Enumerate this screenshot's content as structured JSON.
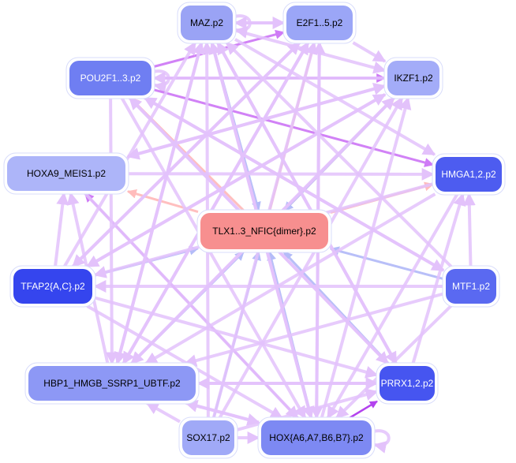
{
  "diagram": {
    "type": "directed-network",
    "title": "",
    "nodes": [
      {
        "id": "MAZ",
        "label": "MAZ.p2",
        "fill": "#9aa3f5",
        "text_color": "#000000"
      },
      {
        "id": "E2F",
        "label": "E2F1..5.p2",
        "fill": "#9ba6f7",
        "text_color": "#000000"
      },
      {
        "id": "POU",
        "label": "POU2F1..3.p2",
        "fill": "#6f7ef2",
        "text_color": "#ffffff"
      },
      {
        "id": "IKZF",
        "label": "IKZF1.p2",
        "fill": "#a3acf8",
        "text_color": "#000000"
      },
      {
        "id": "HOXA9",
        "label": "HOXA9_MEIS1.p2",
        "fill": "#adb5f9",
        "text_color": "#000000"
      },
      {
        "id": "HMGA",
        "label": "HMGA1,2.p2",
        "fill": "#4d5cf0",
        "text_color": "#ffffff"
      },
      {
        "id": "TLX",
        "label": "TLX1..3_NFIC{dimer}.p2",
        "fill": "#f78f8f",
        "text_color": "#000000"
      },
      {
        "id": "TFAP",
        "label": "TFAP2{A,C}.p2",
        "fill": "#3545ee",
        "text_color": "#ffffff"
      },
      {
        "id": "MTF",
        "label": "MTF1.p2",
        "fill": "#5a69f1",
        "text_color": "#ffffff"
      },
      {
        "id": "HBP",
        "label": "HBP1_HMGB_SSRP1_UBTF.p2",
        "fill": "#8d98f5",
        "text_color": "#000000"
      },
      {
        "id": "PRRX",
        "label": "PRRX1,2.p2",
        "fill": "#4655f0",
        "text_color": "#ffffff"
      },
      {
        "id": "SOX",
        "label": "SOX17.p2",
        "fill": "#a0a9f7",
        "text_color": "#000000"
      },
      {
        "id": "HOX",
        "label": "HOX{A6,A7,B6,B7}.p2",
        "fill": "#7d89f3",
        "text_color": "#000000"
      }
    ],
    "edge_colors": {
      "activation": "#e3c2fb",
      "strong": "#cf7bf6",
      "from_center": "#ffbcbc",
      "to_center": "#b4bcf8",
      "highlight": "#b342ee"
    },
    "edges": [
      {
        "from": "MAZ",
        "to": "E2F",
        "kind": "activation"
      },
      {
        "from": "MAZ",
        "to": "MAZ",
        "kind": "activation"
      },
      {
        "from": "E2F",
        "to": "MAZ",
        "kind": "activation"
      },
      {
        "from": "POU",
        "to": "POU",
        "kind": "activation"
      },
      {
        "from": "POU",
        "to": "IKZF",
        "kind": "strong"
      },
      {
        "from": "POU",
        "to": "E2F",
        "kind": "strong"
      },
      {
        "from": "POU",
        "to": "HMGA",
        "kind": "strong"
      },
      {
        "from": "TLX",
        "to": "HOXA9",
        "kind": "from_center"
      },
      {
        "from": "TLX",
        "to": "HMGA",
        "kind": "from_center"
      },
      {
        "from": "TLX",
        "to": "POU",
        "kind": "from_center"
      },
      {
        "from": "TLX",
        "to": "E2F",
        "kind": "from_center"
      },
      {
        "from": "TLX",
        "to": "IKZF",
        "kind": "from_center"
      },
      {
        "from": "MAZ",
        "to": "TLX",
        "kind": "to_center"
      },
      {
        "from": "IKZF",
        "to": "TLX",
        "kind": "to_center"
      },
      {
        "from": "TFAP",
        "to": "TLX",
        "kind": "to_center"
      },
      {
        "from": "MTF",
        "to": "TLX",
        "kind": "to_center"
      },
      {
        "from": "HBP",
        "to": "TLX",
        "kind": "to_center"
      },
      {
        "from": "SOX",
        "to": "TLX",
        "kind": "to_center"
      },
      {
        "from": "HOX",
        "to": "TLX",
        "kind": "to_center"
      },
      {
        "from": "PRRX",
        "to": "TLX",
        "kind": "to_center"
      },
      {
        "from": "HOX",
        "to": "PRRX",
        "kind": "highlight"
      },
      {
        "from": "HOX",
        "to": "HOX",
        "kind": "activation"
      },
      {
        "from": "SOX",
        "to": "HOX",
        "kind": "activation"
      },
      {
        "from": "SOX",
        "to": "HBP",
        "kind": "activation"
      },
      {
        "from": "HBP",
        "to": "PRRX",
        "kind": "activation"
      },
      {
        "from": "MTF",
        "to": "TFAP",
        "kind": "activation"
      },
      {
        "from": "MTF",
        "to": "HMGA",
        "kind": "activation"
      },
      {
        "from": "PRRX",
        "to": "HMGA",
        "kind": "activation"
      },
      {
        "from": "HOX",
        "to": "HOXA9",
        "kind": "strong"
      },
      {
        "from": "HBP",
        "to": "HOXA9",
        "kind": "activation"
      },
      {
        "from": "TFAP",
        "to": "HOXA9",
        "kind": "activation"
      },
      {
        "from": "HBP",
        "to": "E2F",
        "kind": "activation"
      },
      {
        "from": "HBP",
        "to": "IKZF",
        "kind": "activation"
      },
      {
        "from": "HBP",
        "to": "MAZ",
        "kind": "activation"
      },
      {
        "from": "TFAP",
        "to": "E2F",
        "kind": "activation"
      },
      {
        "from": "TFAP",
        "to": "IKZF",
        "kind": "activation"
      },
      {
        "from": "TFAP",
        "to": "MAZ",
        "kind": "activation"
      },
      {
        "from": "SOX",
        "to": "MAZ",
        "kind": "activation"
      },
      {
        "from": "SOX",
        "to": "E2F",
        "kind": "activation"
      },
      {
        "from": "SOX",
        "to": "IKZF",
        "kind": "activation"
      },
      {
        "from": "HOX",
        "to": "MAZ",
        "kind": "activation"
      },
      {
        "from": "HOX",
        "to": "E2F",
        "kind": "activation"
      },
      {
        "from": "HOX",
        "to": "IKZF",
        "kind": "activation"
      },
      {
        "from": "PRRX",
        "to": "POU",
        "kind": "activation"
      },
      {
        "from": "PRRX",
        "to": "MAZ",
        "kind": "activation"
      },
      {
        "from": "MTF",
        "to": "POU",
        "kind": "activation"
      },
      {
        "from": "MTF",
        "to": "MAZ",
        "kind": "activation"
      },
      {
        "from": "MTF",
        "to": "HBP",
        "kind": "activation"
      },
      {
        "from": "MTF",
        "to": "HOX",
        "kind": "activation"
      },
      {
        "from": "IKZF",
        "to": "HBP",
        "kind": "activation"
      },
      {
        "from": "IKZF",
        "to": "TFAP",
        "kind": "activation"
      },
      {
        "from": "IKZF",
        "to": "HOXA9",
        "kind": "activation"
      },
      {
        "from": "E2F",
        "to": "HBP",
        "kind": "activation"
      },
      {
        "from": "E2F",
        "to": "TFAP",
        "kind": "activation"
      },
      {
        "from": "E2F",
        "to": "HOX",
        "kind": "activation"
      },
      {
        "from": "MAZ",
        "to": "HBP",
        "kind": "activation"
      },
      {
        "from": "MAZ",
        "to": "HOX",
        "kind": "activation"
      },
      {
        "from": "MAZ",
        "to": "PRRX",
        "kind": "activation"
      },
      {
        "from": "MAZ",
        "to": "HMGA",
        "kind": "activation"
      },
      {
        "from": "POU",
        "to": "HBP",
        "kind": "activation"
      },
      {
        "from": "POU",
        "to": "HOX",
        "kind": "activation"
      },
      {
        "from": "POU",
        "to": "PRRX",
        "kind": "activation"
      },
      {
        "from": "POU",
        "to": "MTF",
        "kind": "activation"
      },
      {
        "from": "HOXA9",
        "to": "HMGA",
        "kind": "activation"
      },
      {
        "from": "HOXA9",
        "to": "HOX",
        "kind": "activation"
      },
      {
        "from": "HOXA9",
        "to": "IKZF",
        "kind": "activation"
      },
      {
        "from": "HMGA",
        "to": "HBP",
        "kind": "activation"
      },
      {
        "from": "HMGA",
        "to": "TFAP",
        "kind": "activation"
      },
      {
        "from": "HMGA",
        "to": "HOX",
        "kind": "activation"
      },
      {
        "from": "TFAP",
        "to": "HOX",
        "kind": "activation"
      },
      {
        "from": "TFAP",
        "to": "PRRX",
        "kind": "activation"
      },
      {
        "from": "HBP",
        "to": "HOX",
        "kind": "activation"
      },
      {
        "from": "PRRX",
        "to": "HBP",
        "kind": "activation"
      },
      {
        "from": "SOX",
        "to": "PRRX",
        "kind": "activation"
      },
      {
        "from": "HOX",
        "to": "HBP",
        "kind": "activation"
      },
      {
        "from": "IKZF",
        "to": "POU",
        "kind": "activation"
      },
      {
        "from": "E2F",
        "to": "IKZF",
        "kind": "activation"
      },
      {
        "from": "MAZ",
        "to": "IKZF",
        "kind": "activation"
      }
    ]
  }
}
